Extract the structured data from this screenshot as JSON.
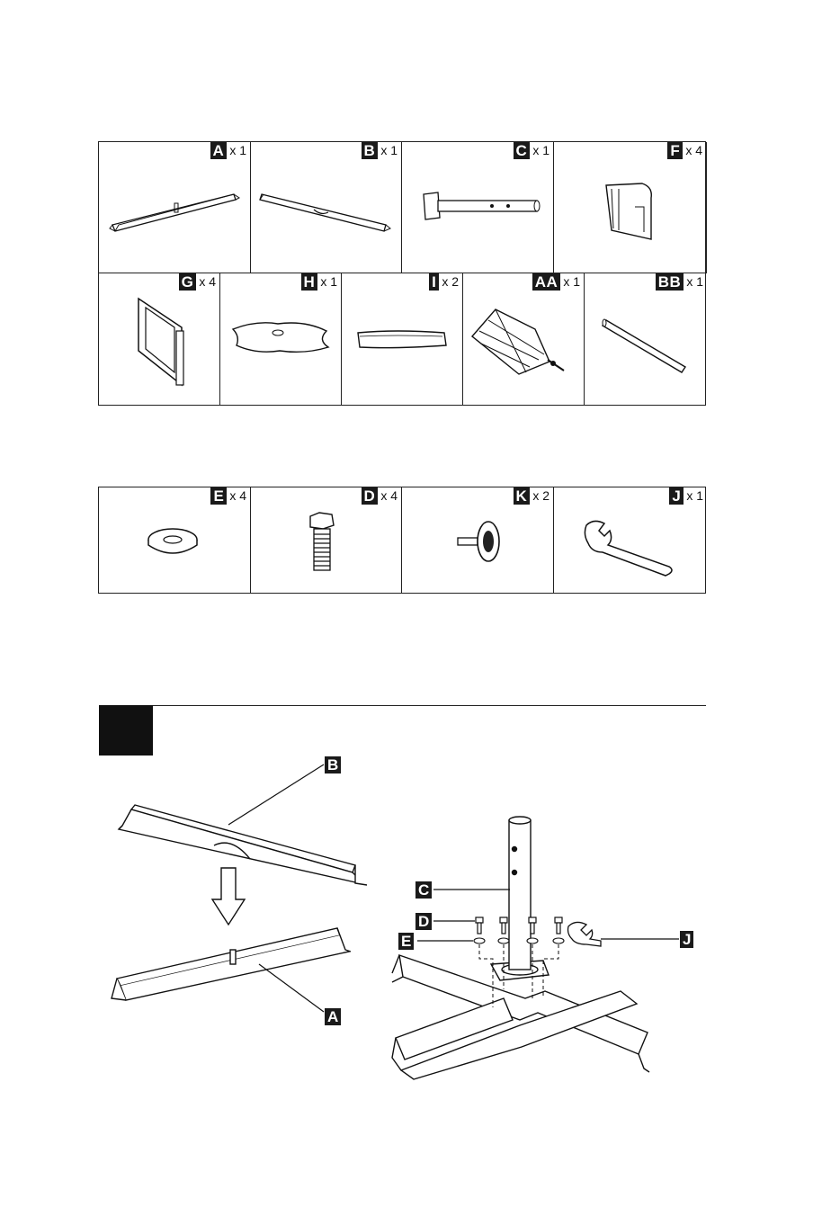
{
  "parts_panel": {
    "row1": [
      {
        "letter": "A",
        "qty": "x 1",
        "icon": "short-rail-icon"
      },
      {
        "letter": "B",
        "qty": "x 1",
        "icon": "notched-rail-icon"
      },
      {
        "letter": "C",
        "qty": "x 1",
        "icon": "pole-with-plate-icon"
      },
      {
        "letter": "F",
        "qty": "x 4",
        "icon": "bracket-cover-icon"
      }
    ],
    "row2": [
      {
        "letter": "G",
        "qty": "x 4",
        "icon": "weight-frame-icon"
      },
      {
        "letter": "H",
        "qty": "x 1",
        "icon": "round-cover-icon"
      },
      {
        "letter": "I",
        "qty": "x 2",
        "icon": "strap-icon"
      },
      {
        "letter": "AA",
        "qty": "x 1",
        "icon": "umbrella-canopy-icon"
      },
      {
        "letter": "BB",
        "qty": "x 1",
        "icon": "crank-rod-icon"
      }
    ]
  },
  "hardware_panel": [
    {
      "letter": "E",
      "qty": "x 4",
      "icon": "washer-icon"
    },
    {
      "letter": "D",
      "qty": "x 4",
      "icon": "bolt-icon"
    },
    {
      "letter": "K",
      "qty": "x 2",
      "icon": "knob-icon"
    },
    {
      "letter": "J",
      "qty": "x 1",
      "icon": "wrench-icon"
    }
  ],
  "step": {
    "callouts": {
      "B": "B",
      "A": "A",
      "C": "C",
      "D": "D",
      "E": "E",
      "J": "J"
    }
  }
}
